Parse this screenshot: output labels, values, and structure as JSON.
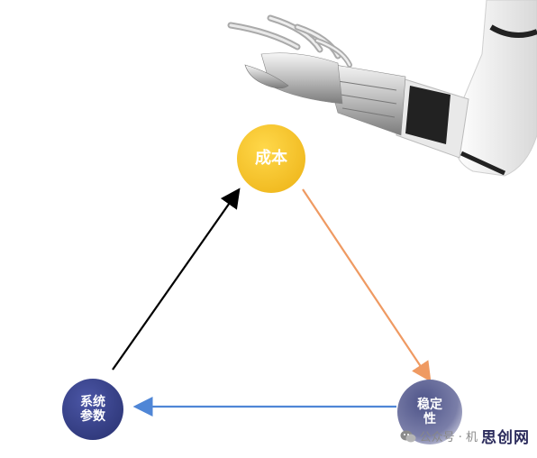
{
  "nodes": {
    "cost": {
      "label": "成本",
      "color": "#f2c12e"
    },
    "stability": {
      "label": "稳定\n性",
      "color": "#4a4f86"
    },
    "params": {
      "label": "系统\n参数",
      "color": "#3d4690"
    }
  },
  "arrows": {
    "cost_to_stability": {
      "color": "#ef9a62"
    },
    "stability_to_params": {
      "color": "#4f86d6"
    },
    "params_to_cost": {
      "color": "#000000"
    }
  },
  "watermark": {
    "account_text": "公众号 · 机",
    "brand_text": "思创网",
    "icon": "wechat-icon"
  },
  "illustration": {
    "icon": "robotic-arm-hand"
  }
}
